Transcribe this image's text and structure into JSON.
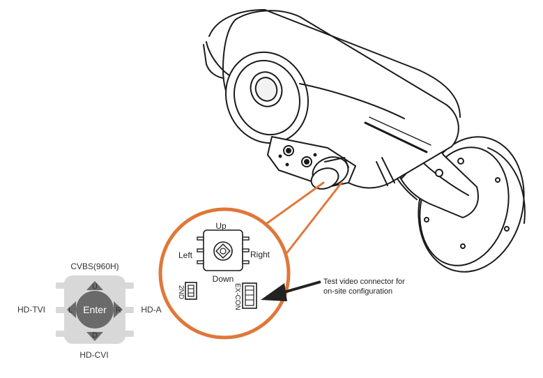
{
  "callout": {
    "up": "Up",
    "down": "Down",
    "left": "Left",
    "right": "Right",
    "connector_2nd": "2ND",
    "connector_excon": "EX-CON"
  },
  "joystick": {
    "center": "Enter",
    "up": "U",
    "down": "D",
    "left": "L",
    "right": "R",
    "top_label": "CVBS(960H)",
    "bottom_label": "HD-CVI",
    "left_label": "HD-TVI",
    "right_label": "HD-A"
  },
  "annotation": {
    "line1": "Test video connector for",
    "line2": "on-site configuration"
  },
  "colors": {
    "callout_ring": "#e0773a",
    "joystick_body": "#d8d8d8",
    "joystick_center": "#6a6a6a",
    "arrow": "#222222"
  }
}
